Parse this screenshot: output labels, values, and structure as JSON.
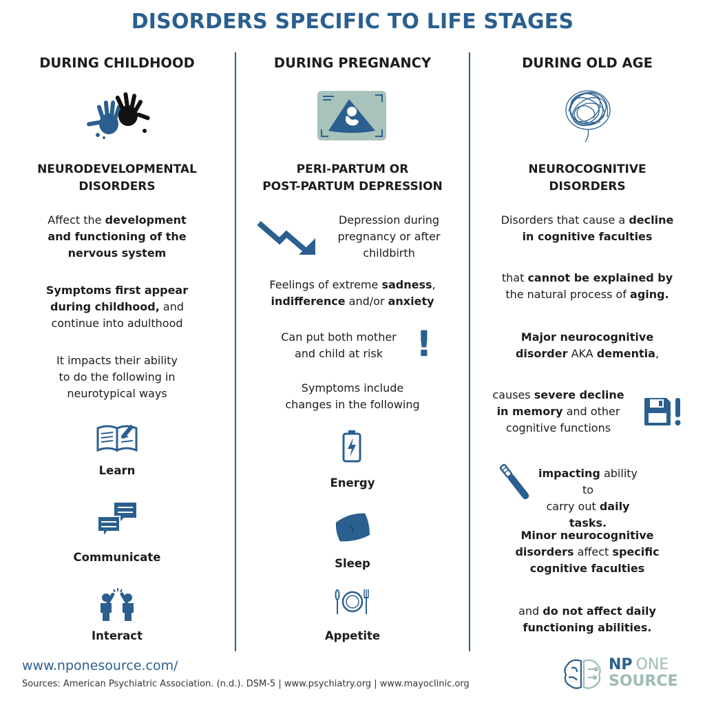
{
  "title": "DISORDERS SPECIFIC TO LIFE STAGES",
  "columns": {
    "childhood": {
      "heading": "DURING CHILDHOOD",
      "icon": "handprints-icon",
      "subheading_line1": "NEURODEVELOPMENTAL",
      "subheading_line2": "DISORDERS",
      "p1": {
        "a": "Affect the ",
        "b": "development",
        "c": "and functioning of the",
        "d": "nervous system"
      },
      "p2": {
        "a": "Symptoms first appear",
        "b": "during childhood,",
        "c": " and",
        "d": "continue into adulthood"
      },
      "p3": {
        "l1": "It impacts their ability",
        "l2": "to do the following in",
        "l3": "neurotypical ways"
      },
      "items": [
        {
          "label": "Learn",
          "icon": "open-book-icon"
        },
        {
          "label": "Communicate",
          "icon": "speech-bubbles-icon"
        },
        {
          "label": "Interact",
          "icon": "people-high-five-icon"
        }
      ]
    },
    "pregnancy": {
      "heading": "DURING PREGNANCY",
      "icon": "ultrasound-icon",
      "subheading_line1": "PERI-PARTUM OR",
      "subheading_line2": "POST-PARTUM DEPRESSION",
      "p1": {
        "l1": "Depression during",
        "l2": "pregnancy or after",
        "l3": "childbirth"
      },
      "p2": {
        "a": "Feelings of extreme ",
        "b": "sadness",
        "c": ",",
        "d": "indifference",
        "e": " and/or ",
        "f": "anxiety"
      },
      "p3": {
        "l1": "Can put both mother",
        "l2": "and child at risk"
      },
      "p4": {
        "l1": "Symptoms include",
        "l2": "changes in the following"
      },
      "items": [
        {
          "label": "Energy",
          "icon": "battery-icon"
        },
        {
          "label": "Sleep",
          "icon": "pillow-icon"
        },
        {
          "label": "Appetite",
          "icon": "plate-cutlery-icon"
        }
      ],
      "arrow_icon": "downtrend-arrow-icon",
      "alert_icon": "exclamation-icon",
      "exclamation": "!"
    },
    "old_age": {
      "heading": "DURING OLD AGE",
      "icon": "tangled-brain-icon",
      "subheading_line1": "NEUROCOGNITIVE",
      "subheading_line2": "DISORDERS",
      "p1": {
        "a": "Disorders that cause a ",
        "b": "decline",
        "c": "in cognitive faculties"
      },
      "p2": {
        "a": "that ",
        "b": "cannot be explained by",
        "c": "the natural process of ",
        "d": "aging."
      },
      "p3": {
        "a": "Major neurocognitive",
        "b": "disorder",
        "c": " AKA ",
        "d": "dementia",
        "e": ","
      },
      "p4": {
        "a": "causes ",
        "b": "severe decline",
        "c": "in memory",
        "d": " and other",
        "e": "cognitive functions"
      },
      "p5": {
        "a": "impacting",
        "b": " ability to",
        "c": "carry out ",
        "d": "daily tasks."
      },
      "p6": {
        "a": "Minor neurocognitive",
        "b": "disorders",
        "c": " affect ",
        "d": "specific",
        "e": "cognitive faculties"
      },
      "p7": {
        "a": "and ",
        "b": "do not affect daily",
        "c": "functioning abilities."
      },
      "floppy_icon": "floppy-disk-alert-icon",
      "toothbrush_icon": "toothbrush-icon"
    }
  },
  "footer": {
    "url": "www.nponesource.com/",
    "sources": "Sources: American Psychiatric Association. (n.d.). DSM-5 | www.psychiatry.org | www.mayoclinic.org",
    "logo": {
      "np": "NP",
      "one": "ONE",
      "source": "SOURCE",
      "icon": "brain-logo-icon"
    }
  },
  "colors": {
    "primary": "#2a5f8f",
    "accent": "#9dbbb6"
  }
}
